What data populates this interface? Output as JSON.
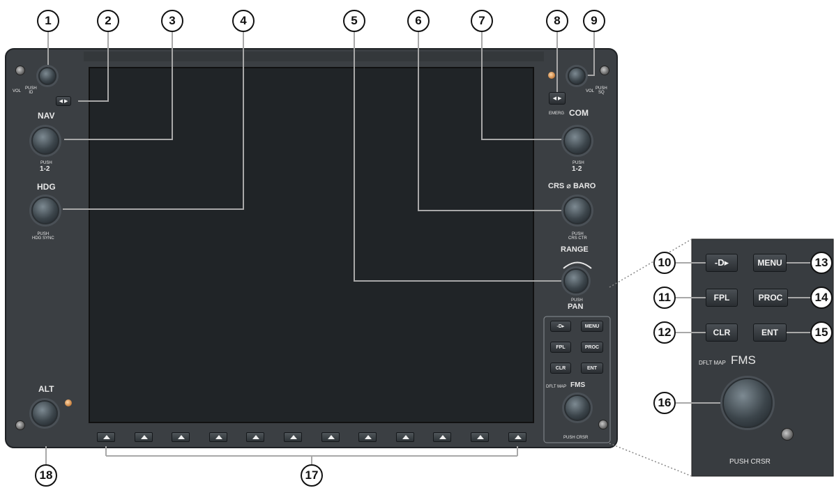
{
  "callouts": {
    "c1": "1",
    "c2": "2",
    "c3": "3",
    "c4": "4",
    "c5": "5",
    "c6": "6",
    "c7": "7",
    "c8": "8",
    "c9": "9",
    "c10": "10",
    "c11": "11",
    "c12": "12",
    "c13": "13",
    "c14": "14",
    "c15": "15",
    "c16": "16",
    "c17": "17",
    "c18": "18"
  },
  "left_panel": {
    "vol_label": "VOL",
    "push_id": "PUSH\nID",
    "nav": "NAV",
    "nav_push": "PUSH",
    "nav_12": "1-2",
    "hdg": "HDG",
    "hdg_push": "PUSH\nHDG SYNC",
    "alt": "ALT"
  },
  "right_panel": {
    "vol_label": "VOL",
    "push_sq": "PUSH\nSQ",
    "emerg": "EMERG",
    "com": "COM",
    "com_push": "PUSH",
    "com_12": "1-2",
    "crs_baro": "CRS ⌀ BARO",
    "crs_push": "PUSH\nCRS CTR",
    "range": "RANGE",
    "pan_push": "PUSH",
    "pan": "PAN"
  },
  "fms_keys": {
    "direct": "-D▸",
    "menu": "MENU",
    "fpl": "FPL",
    "proc": "PROC",
    "clr": "CLR",
    "ent": "ENT",
    "dflt_map": "DFLT MAP",
    "fms": "FMS",
    "push_crsr": "PUSH CRSR"
  },
  "colors": {
    "bezel": "#3b3f43",
    "screen": "#202427",
    "callout_line": "#9a9a9a"
  },
  "softkey_count": 12
}
